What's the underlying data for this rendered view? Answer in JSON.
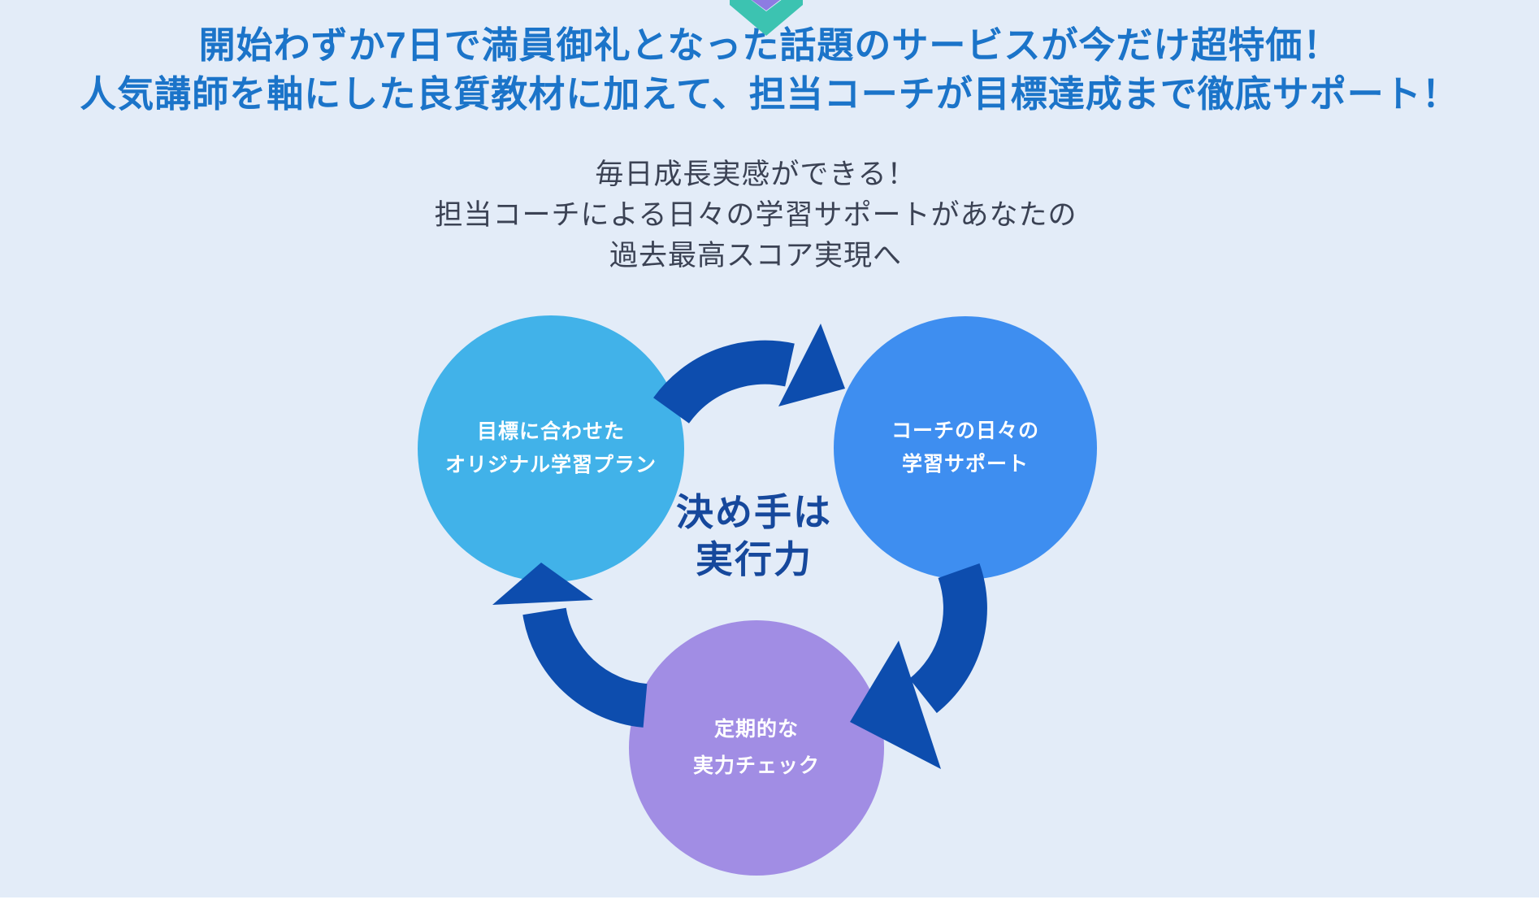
{
  "page": {
    "background_color": "#e3ecf8",
    "bottom_strip_color": "#ffffff"
  },
  "scroll_chevron": {
    "teal_color": "#3cc3b1",
    "purple_color": "#8d7ce2"
  },
  "headline": {
    "color": "#1b74c9",
    "line1": "開始わずか7日で満員御礼となった話題のサービスが今だけ超特価！",
    "line2": "人気講師を軸にした良質教材に加えて、担当コーチが目標達成まで徹底サポート！"
  },
  "subtitle": {
    "color": "#3b4254",
    "lines": [
      "毎日成長実感ができる！",
      "担当コーチによる日々の学習サポートがあなたの",
      "過去最高スコア実現へ"
    ]
  },
  "diagram": {
    "arrow_color": "#0d4dae",
    "flow": "plan → support → check → plan (clockwise cycle)",
    "center_label": {
      "color": "#16489c",
      "line1": "決め手は",
      "line2": "実行力"
    },
    "nodes": [
      {
        "id": "plan",
        "color": "#41b2e9",
        "label_line1": "目標に合わせた",
        "label_line2": "オリジナル学習プラン"
      },
      {
        "id": "support",
        "color": "#3e8ef0",
        "label_line1": "コーチの日々の",
        "label_line2": "学習サポート"
      },
      {
        "id": "check",
        "color": "#a18de4",
        "label_line1": "定期的な",
        "label_line2": "実力チェック"
      }
    ]
  }
}
